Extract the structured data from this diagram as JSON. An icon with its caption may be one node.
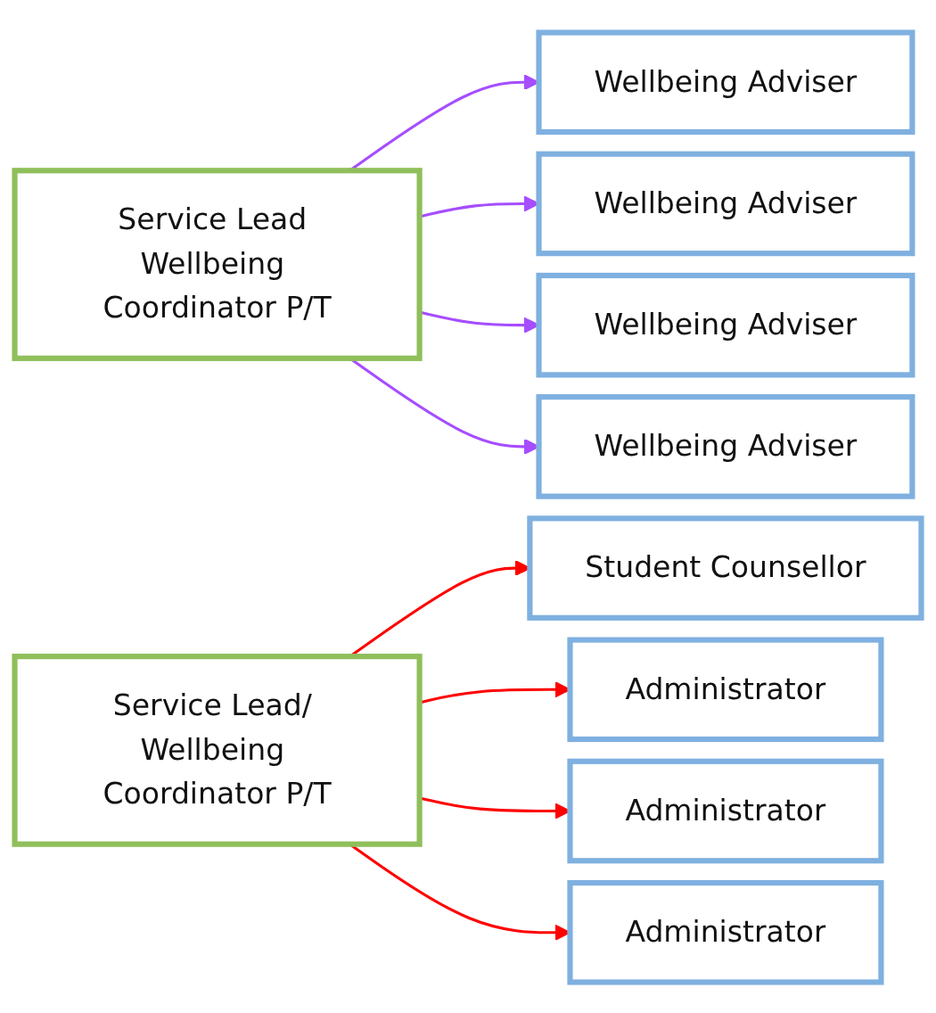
{
  "diagram": {
    "nodes": [
      {
        "text": [
          "Service Lead Wellbeing Coordinator P/T"
        ]
      },
      {
        "text": [
          "Service Lead/ Wellbeing Coordinator P/T"
        ]
      },
      {
        "text": [
          "Wellbeing Adviser"
        ]
      },
      {
        "text": [
          "Wellbeing Adviser"
        ]
      },
      {
        "text": [
          "Wellbeing Adviser"
        ]
      },
      {
        "text": [
          "Wellbeing Adviser"
        ]
      },
      {
        "text": [
          "Student Counsellor"
        ]
      },
      {
        "text": [
          "Administrator"
        ]
      },
      {
        "text": [
          "Administrator"
        ]
      },
      {
        "text": [
          "Administrator"
        ]
      }
    ],
    "edges": [
      {
        "from": 0,
        "to": 2,
        "arrow": "to",
        "color": "#a64dff"
      },
      {
        "from": 0,
        "to": 3,
        "arrow": "to",
        "color": "#a64dff"
      },
      {
        "from": 0,
        "to": 4,
        "arrow": "to",
        "color": "#a64dff"
      },
      {
        "from": 0,
        "to": 5,
        "arrow": "to",
        "color": "#a64dff"
      },
      {
        "from": 1,
        "to": 6,
        "arrow": "to",
        "color": "#ff0000"
      },
      {
        "from": 1,
        "to": 7,
        "arrow": "to",
        "color": "#ff0000"
      },
      {
        "from": 1,
        "to": 8,
        "arrow": "to",
        "color": "#ff0000"
      },
      {
        "from": 1,
        "to": 9,
        "arrow": "to",
        "color": "#ff0000"
      }
    ]
  }
}
